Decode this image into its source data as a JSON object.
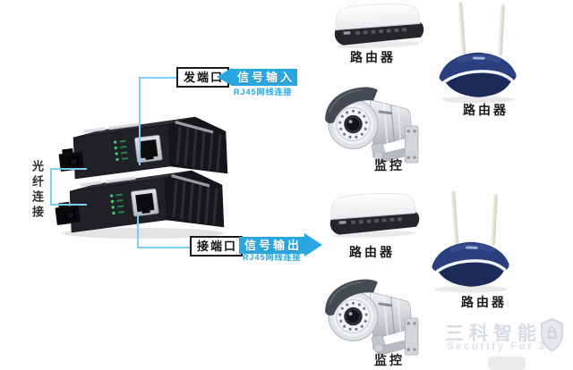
{
  "colors": {
    "accent_blue": "#29a7e0",
    "line_blue": "#7fcdf0",
    "watermark_gray": "#d7dce5"
  },
  "callouts": {
    "tx_port": "发端口",
    "rx_port": "接端口",
    "fiber_connection": "光纤连接",
    "signal_input": "信号输入",
    "signal_input_sub": "RJ45网线连接",
    "signal_output": "信号输出",
    "signal_output_sub": "RJ45网线连接"
  },
  "device_labels": {
    "router_top": "路由器",
    "wifi_router_top": "路由器",
    "camera_top": "监控",
    "router_bottom": "路由器",
    "wifi_router_bottom": "路由器",
    "camera_bottom": "监控"
  },
  "watermark": {
    "brand": "三科智能",
    "tagline": "Security For 3K"
  }
}
